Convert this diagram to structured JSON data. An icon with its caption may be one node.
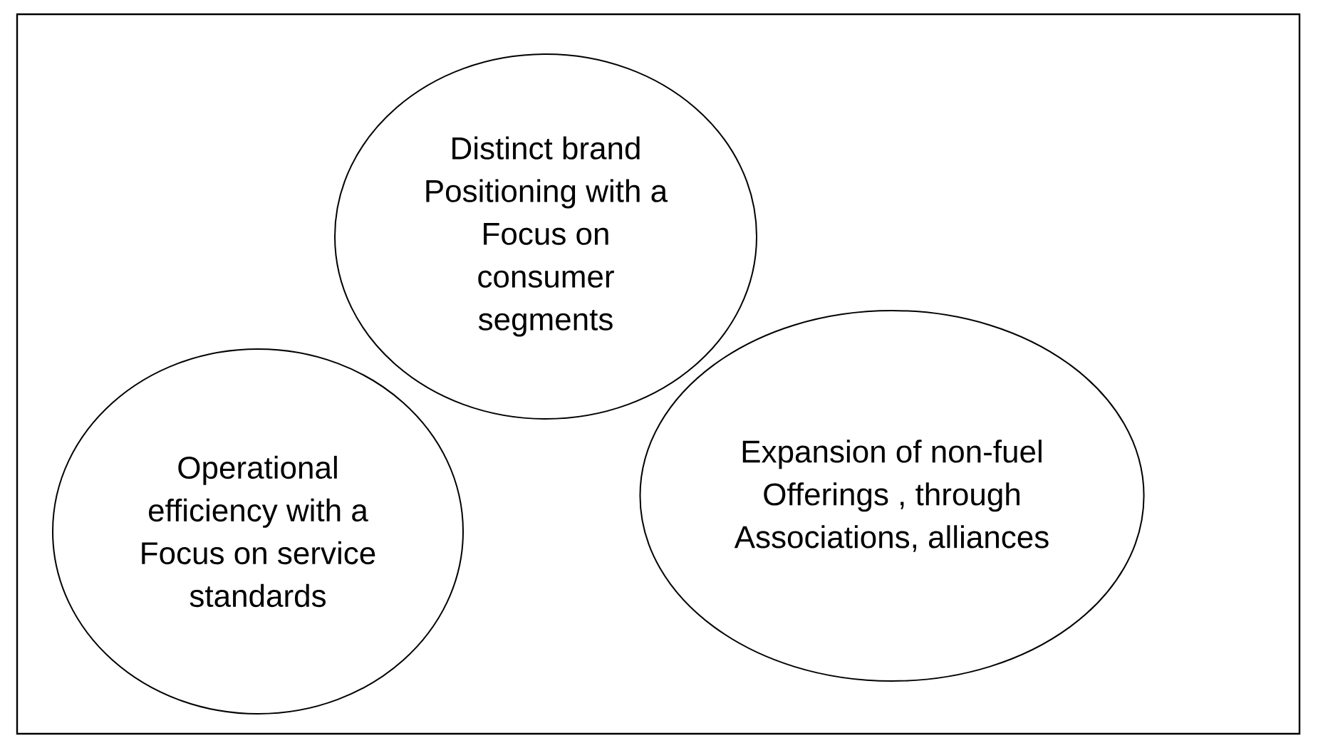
{
  "diagram": {
    "nodes": [
      {
        "text": [
          "Distinct brand Positioning with a Focus on consumer segments"
        ]
      },
      {
        "text": [
          "Operational efficiency with a Focus on service standards"
        ]
      },
      {
        "text": [
          "Expansion of non-fuel Offerings , through Associations, alliances"
        ]
      }
    ]
  }
}
